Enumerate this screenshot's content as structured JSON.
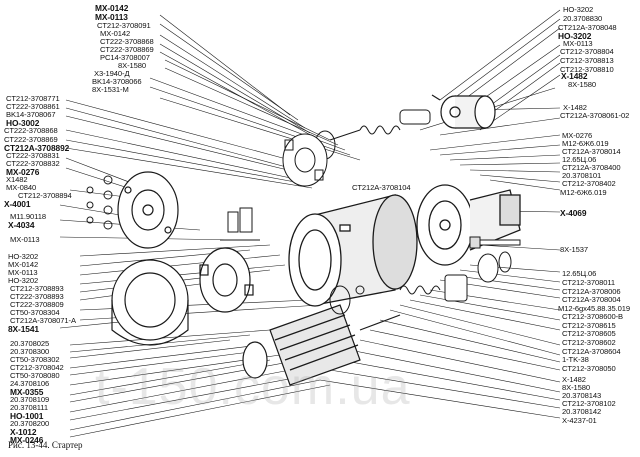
{
  "caption": "Рис. 13-44. Стартер",
  "watermark": "t-150.com.ua",
  "labels_left": [
    {
      "text": "MX-0142",
      "bold": true
    },
    {
      "text": "MX-0113",
      "bold": true
    },
    {
      "text": "CT212-3708091"
    },
    {
      "text": "MX-0142"
    },
    {
      "text": "CT222-3708868"
    },
    {
      "text": "CT222-3708869"
    },
    {
      "text": "PC14-3708007"
    },
    {
      "text": "8X-1580"
    },
    {
      "text": "X3-1940-Д"
    },
    {
      "text": "BK14-3708066"
    },
    {
      "text": "8X-1531-M"
    },
    {
      "text": "CT212-3708771"
    },
    {
      "text": "CT222-3708861"
    },
    {
      "text": "BK14-3708067"
    },
    {
      "text": "HO-3002",
      "bold": true
    },
    {
      "text": "CT222-3708868"
    },
    {
      "text": "CT222-3708869"
    },
    {
      "text": "CT212A-3708892",
      "bold": true
    },
    {
      "text": "CT222-3708831"
    },
    {
      "text": "CT222-3708832"
    },
    {
      "text": "MX-0276",
      "bold": true
    },
    {
      "text": "X1482"
    },
    {
      "text": "MX-0840"
    },
    {
      "text": "CT212-3708894"
    },
    {
      "text": "X-4001",
      "bold": true
    },
    {
      "text": "M11.90118"
    },
    {
      "text": "X-4034",
      "bold": true
    },
    {
      "text": "MX-0113"
    },
    {
      "text": "HO-3202"
    },
    {
      "text": "MX-0142"
    },
    {
      "text": "MX-0113"
    },
    {
      "text": "HO-3202"
    },
    {
      "text": "CT212-3708893"
    },
    {
      "text": "CT222-3708893"
    },
    {
      "text": "CT222-3708809"
    },
    {
      "text": "CT50-3708304"
    },
    {
      "text": "CT212A-3708071-A"
    },
    {
      "text": "8X-1541",
      "bold": true
    },
    {
      "text": "20.3708025"
    },
    {
      "text": "20.3708300"
    },
    {
      "text": "CT50-3708302"
    },
    {
      "text": "CT212-3708042"
    },
    {
      "text": "CT50-3708080"
    },
    {
      "text": "24.3708106"
    },
    {
      "text": "MX-0355",
      "bold": true
    },
    {
      "text": "20.3708109"
    },
    {
      "text": "20.3708111"
    },
    {
      "text": "HO-1001",
      "bold": true
    },
    {
      "text": "20.3708200"
    },
    {
      "text": "X-1012",
      "bold": true
    },
    {
      "text": "MX-0246",
      "bold": true
    }
  ],
  "labels_right": [
    {
      "text": "HO-3202"
    },
    {
      "text": "20.3708830"
    },
    {
      "text": "CT212A-3708048"
    },
    {
      "text": "HO-3202",
      "bold": true
    },
    {
      "text": "MX-0113"
    },
    {
      "text": "CT212-3708804"
    },
    {
      "text": "CT212-3708813"
    },
    {
      "text": "CT212-3708810"
    },
    {
      "text": "X-1482",
      "bold": true
    },
    {
      "text": "8X-1580"
    },
    {
      "text": "X-1482"
    },
    {
      "text": "CT212A-3708061-02"
    },
    {
      "text": "MX-0276"
    },
    {
      "text": "M12-6Ж6.019"
    },
    {
      "text": "CT212A-3708014"
    },
    {
      "text": "12.65Ц.06"
    },
    {
      "text": "CT212A-3708400"
    },
    {
      "text": "20.3708101"
    },
    {
      "text": "CT212-3708402"
    },
    {
      "text": "M12-6Ж6.019"
    },
    {
      "text": "X-4069",
      "bold": true
    },
    {
      "text": "8X-1537"
    },
    {
      "text": "12.65Ц.06"
    },
    {
      "text": "CT212-3708011"
    },
    {
      "text": "CT212A-3708006"
    },
    {
      "text": "CT212A-3708004"
    },
    {
      "text": "M12-6gx45.88.35.019"
    },
    {
      "text": "CT212-3708600-B"
    },
    {
      "text": "CT212-3708615"
    },
    {
      "text": "CT212-3708605"
    },
    {
      "text": "CT212-3708602"
    },
    {
      "text": "CT212A-3708604"
    },
    {
      "text": "1-TK-38"
    },
    {
      "text": "CT212-3708050"
    },
    {
      "text": "X-1482"
    },
    {
      "text": "8X-1580"
    },
    {
      "text": "20.3708143"
    },
    {
      "text": "CT212-3708102"
    },
    {
      "text": "20.3708142"
    },
    {
      "text": "X-4237-01"
    }
  ],
  "labels_center": [
    {
      "text": "CT212A-3708104"
    }
  ]
}
